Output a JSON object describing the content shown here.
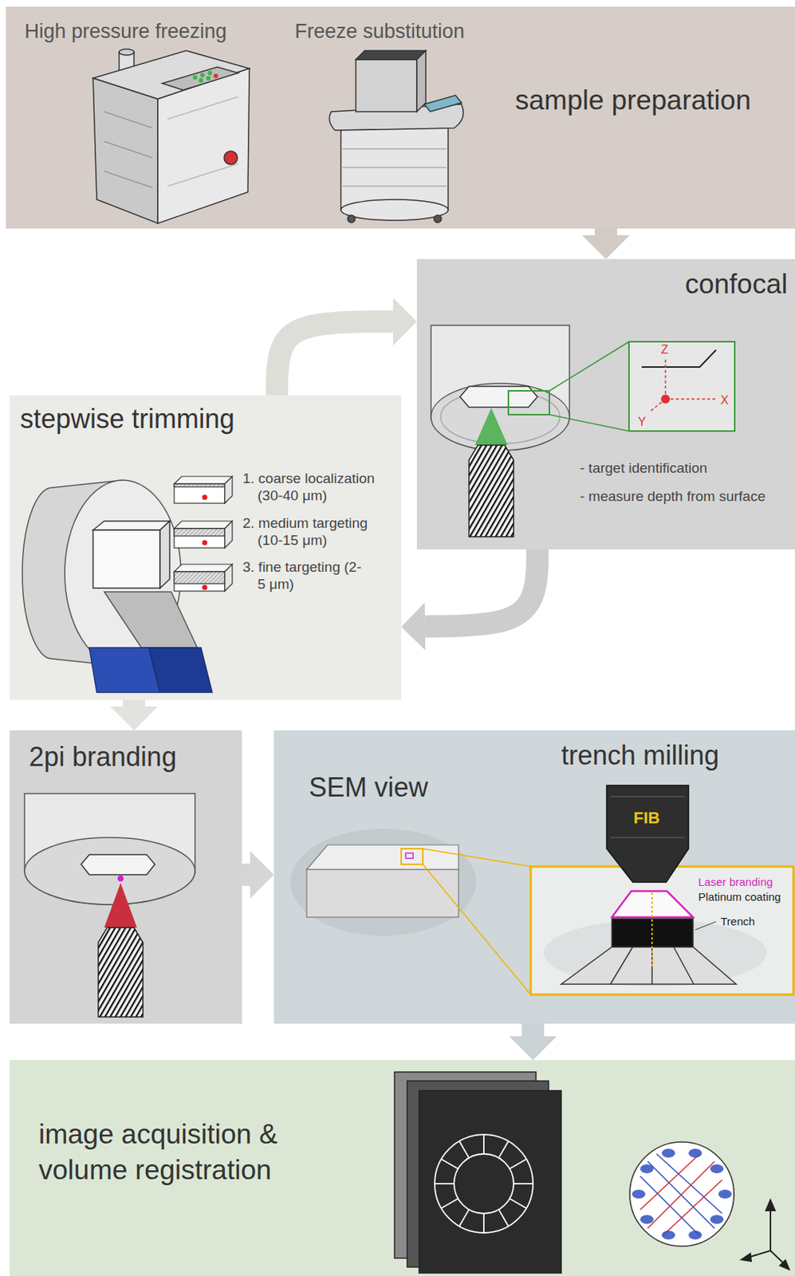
{
  "diagram": {
    "nodes": [
      {
        "text": [
          "High pressure freezing",
          "Freeze substitution",
          "sample preparation"
        ]
      },
      {
        "text": [
          "confocal",
          "- target identification",
          "- measure depth from surface"
        ]
      },
      {
        "text": [
          "stepwise trimming",
          "1. coarse localization (30-40 μm)",
          "2. medium targeting (10-15 μm)",
          "3. fine targeting (2-5 μm)"
        ]
      },
      {
        "text": [
          "2pi branding"
        ]
      },
      {
        "text": [
          "trench milling",
          "SEM view"
        ]
      },
      {
        "text": [
          "image acquisition & volume registration"
        ]
      }
    ],
    "edges": [
      {
        "from": 0,
        "to": 1,
        "arrow": "to"
      },
      {
        "from": 1,
        "to": 2,
        "arrow": "to"
      },
      {
        "from": 2,
        "to": 1,
        "arrow": "to"
      },
      {
        "from": 2,
        "to": 3,
        "arrow": "to"
      },
      {
        "from": 3,
        "to": 4,
        "arrow": "to"
      },
      {
        "from": 4,
        "to": 5,
        "arrow": "to"
      }
    ],
    "labels": [
      "Z",
      "X",
      "Y",
      "FIB",
      "Laser branding",
      "Platinum coating",
      "Trench"
    ]
  }
}
